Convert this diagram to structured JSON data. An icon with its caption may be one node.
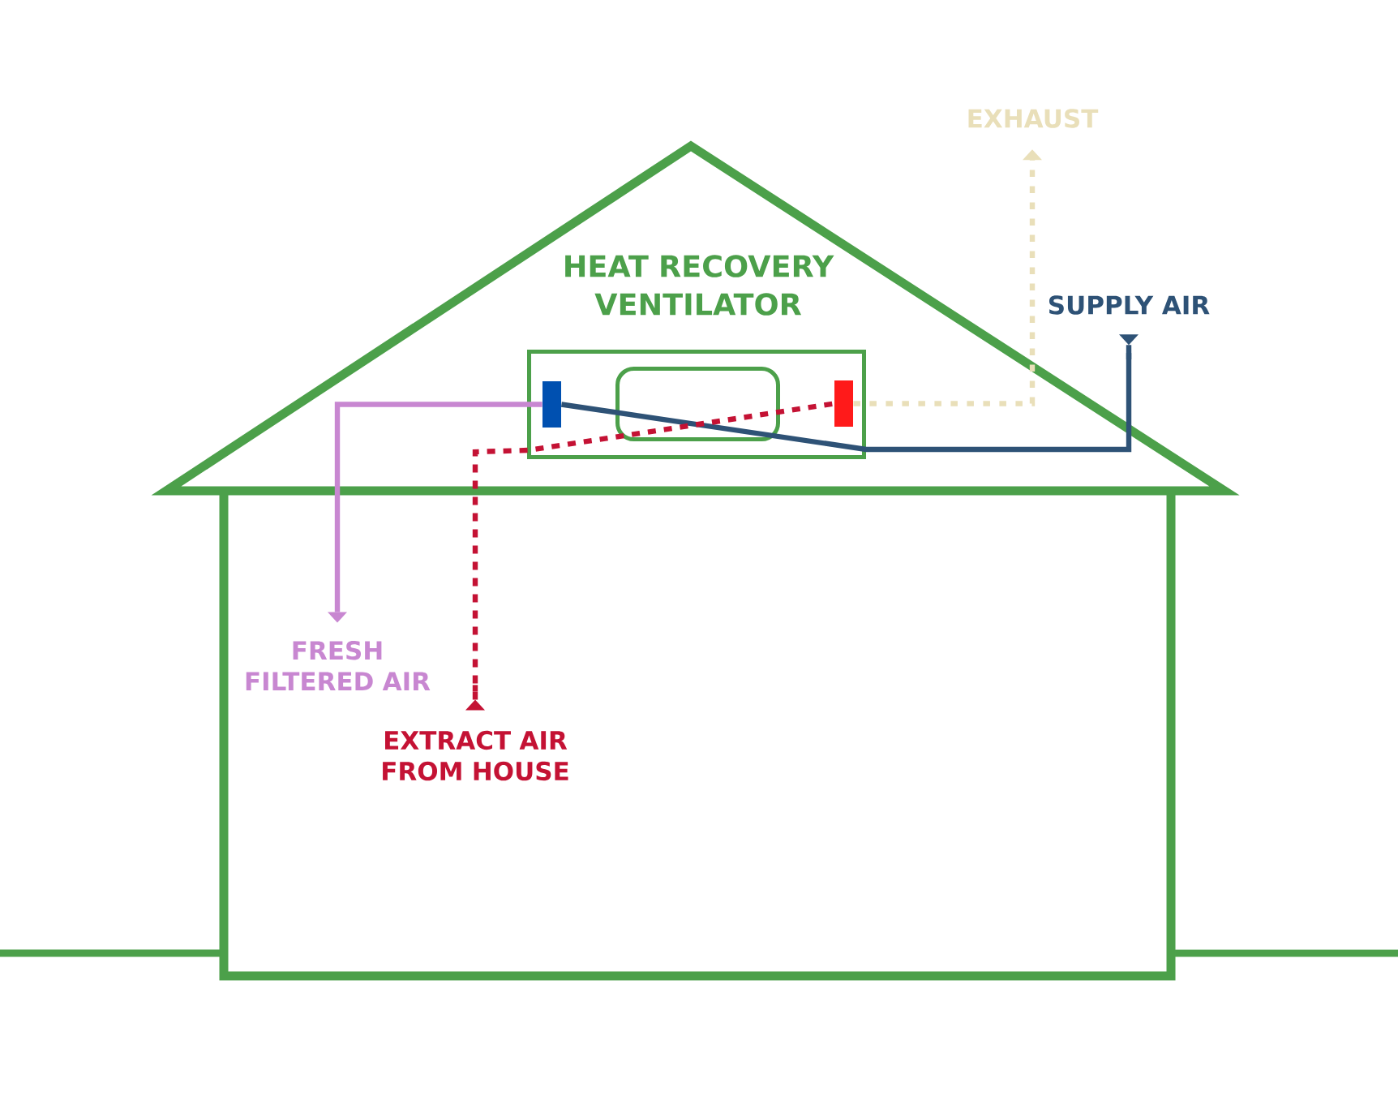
{
  "diagram": {
    "nodes": [
      {
        "text": [
          "EXHAUST"
        ]
      },
      {
        "text": [
          "HEAT RECOVERY VENTILATOR"
        ]
      },
      {
        "text": [],
        "shape": "box",
        "in": 1
      },
      {
        "text": [],
        "shape": "box",
        "in": 1
      },
      {
        "text": [
          "SUPPLY AIR"
        ]
      },
      {
        "text": [
          "FRESH FILTERED AIR"
        ]
      },
      {
        "text": [
          "EXTRACT AIR FROM HOUSE"
        ]
      }
    ],
    "edges": [
      {
        "from": 4,
        "to": 2,
        "arrow": "to",
        "color": "#2e5276"
      },
      {
        "from": 2,
        "to": 5,
        "arrow": "to",
        "color": "#c887d1"
      },
      {
        "from": 6,
        "to": 3,
        "arrow": "to",
        "style": "dashed",
        "color": "#c41234"
      },
      {
        "from": 3,
        "to": 0,
        "arrow": "to",
        "style": "dashed",
        "color": "#e9dfb9"
      }
    ]
  }
}
